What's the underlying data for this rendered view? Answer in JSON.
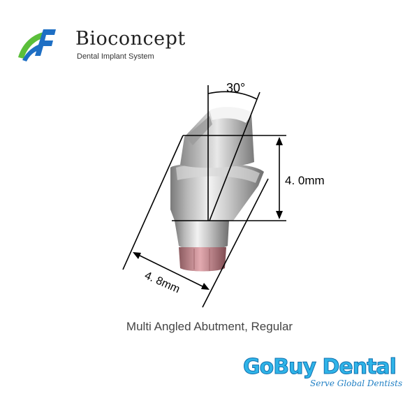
{
  "brand": {
    "name": "Bioconcept",
    "tagline": "Dental Implant System",
    "colors": {
      "green": "#5bbf3a",
      "blue": "#1e6fc4"
    }
  },
  "diagram": {
    "angle_label": "30°",
    "height_label": "4. 0mm",
    "diameter_label": "4. 8mm"
  },
  "product": {
    "caption": "Multi Angled Abutment, Regular"
  },
  "shop": {
    "name": "GoBuy Dental",
    "tagline": "Serve Global Dentists",
    "colors": {
      "primary": "#2fb4e8",
      "outline": "#0f6fae"
    }
  }
}
